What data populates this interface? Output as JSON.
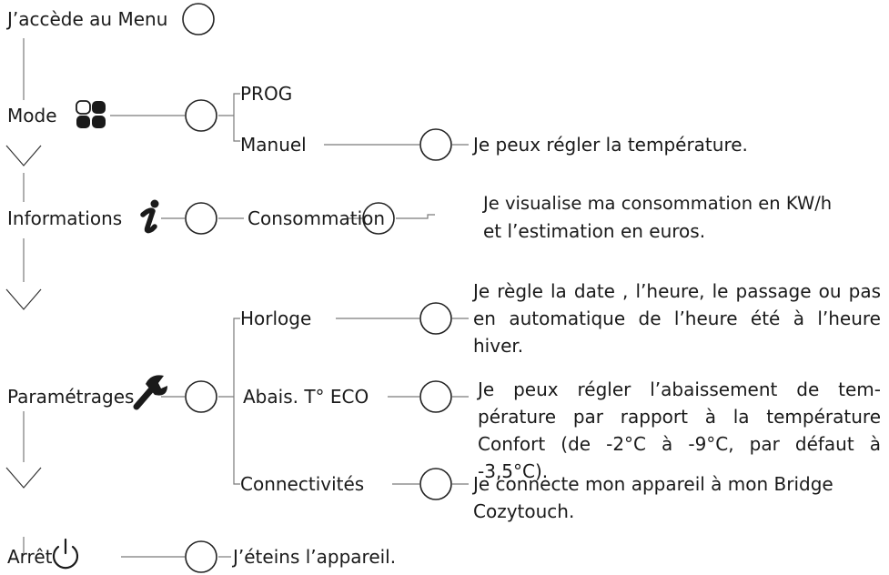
{
  "root": {
    "label": "J’accède au Menu"
  },
  "mode": {
    "label": "Mode",
    "icon": "four-squares-icon",
    "options": {
      "prog": "PROG",
      "manuel": "Manuel",
      "manuel_desc": "Je peux régler la température."
    }
  },
  "informations": {
    "label": "Informations",
    "icon": "info-i-icon",
    "consommation": "Consommation",
    "consommation_desc_1": "Je visualise ma consommation en KW/h",
    "consommation_desc_2": "et l’estimation en euros."
  },
  "parametrages": {
    "label": "Paramétrages",
    "icon": "wrench-icon",
    "horloge": "Horloge",
    "horloge_desc": "Je règle la date , l’heure, le passage ou pas en automatique de l’heure été à l’heure hiver.",
    "abais": "Abais. T° ECO",
    "abais_desc": "Je peux régler l’abaissement de tem-pérature par rapport à la température Confort (de -2°C à -9°C, par défaut à -3,5°C).",
    "connect": "Connectivités",
    "connect_desc_1": "Je connecte mon appareil à mon Bridge",
    "connect_desc_2": "Cozytouch."
  },
  "arret": {
    "label": "Arrêt",
    "icon": "power-icon",
    "desc": "J’éteins l’appareil."
  }
}
